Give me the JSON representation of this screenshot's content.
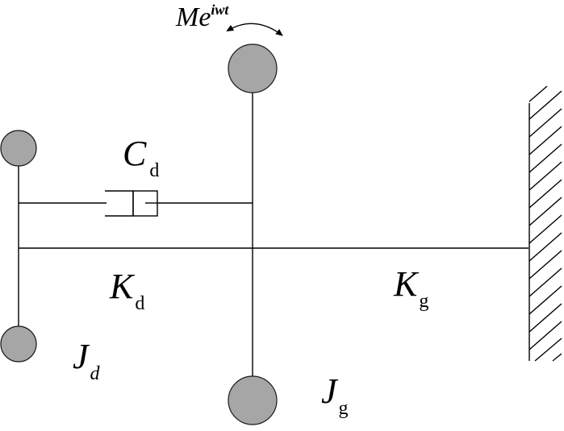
{
  "labels": {
    "excitation": {
      "base": "Me",
      "sup": "iwt"
    },
    "damper": {
      "base": "C",
      "sub": "d"
    },
    "damper_stiffness": {
      "base": "K",
      "sub": "d"
    },
    "ground_stiffness": {
      "base": "K",
      "sub": "g"
    },
    "damper_inertia": {
      "base": "J",
      "sub": "d"
    },
    "gear_inertia": {
      "base": "J",
      "sub": "g"
    }
  },
  "colors": {
    "mass_fill": "#a6a6a6",
    "line": "#000000"
  }
}
